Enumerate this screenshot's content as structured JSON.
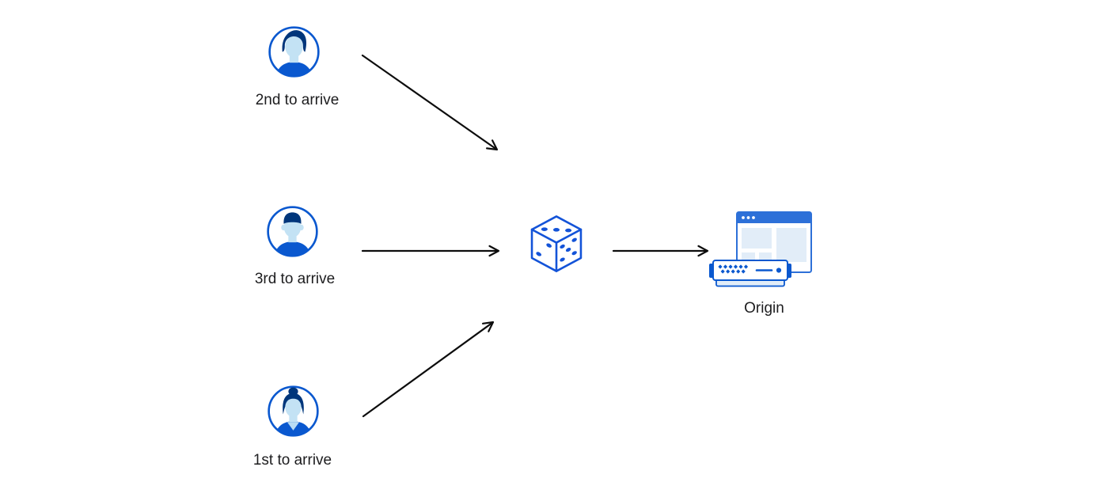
{
  "diagram": {
    "background_color": "#ffffff",
    "nodes": {
      "visitor_2nd": {
        "label": "2nd to arrive",
        "icon": "user-avatar-male-swoosh-hair"
      },
      "visitor_3rd": {
        "label": "3rd to arrive",
        "icon": "user-avatar-male-flat-top"
      },
      "visitor_1st": {
        "label": "1st to arrive",
        "icon": "user-avatar-female-bun"
      },
      "randomizer": {
        "icon": "dice"
      },
      "origin": {
        "label": "Origin",
        "icon": "origin-browser-and-server"
      }
    },
    "dice": {
      "pips_top_face": 3,
      "pips_left_face": 2,
      "pips_right_face": 5
    },
    "edges": [
      {
        "from": "visitor_2nd",
        "to": "randomizer"
      },
      {
        "from": "visitor_3rd",
        "to": "randomizer"
      },
      {
        "from": "visitor_1st",
        "to": "randomizer"
      },
      {
        "from": "randomizer",
        "to": "origin"
      }
    ],
    "colors": {
      "primary_blue": "#0a58cf",
      "dice_blue": "#1353d8",
      "hair_navy": "#00367b",
      "face_light_blue": "#c3e2f4",
      "panel_light_blue": "#e2edf8",
      "titlebar_blue": "#2d70d8",
      "arrow_black": "#0d0d0d",
      "label_text": "#1d1d1f"
    }
  }
}
